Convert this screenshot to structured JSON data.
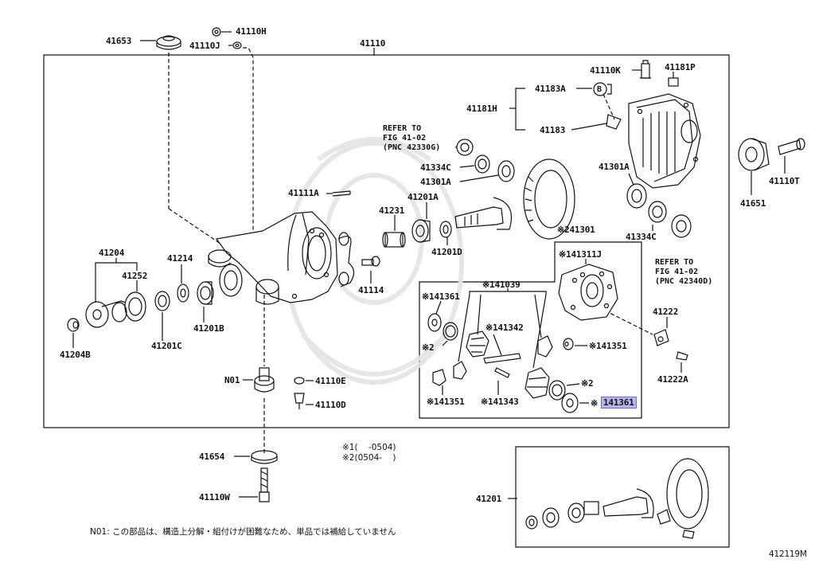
{
  "diagram_id": "412119M",
  "labels": {
    "p41653": "41653",
    "p41110H": "41110H",
    "p41110J": "41110J",
    "p41110": "41110",
    "p41110K": "41110K",
    "p41181P": "41181P",
    "p41183A": "41183A",
    "circleB": "B",
    "p41181H": "41181H",
    "p41183": "41183",
    "p41334C_a": "41334C",
    "p41301A_a": "41301A",
    "p41301A_b": "41301A",
    "p41651": "41651",
    "p41110T": "41110T",
    "p41111A": "41111A",
    "p41201A": "41201A",
    "p41231": "41231",
    "p41201D": "41201D",
    "p41334C_b": "41334C",
    "p41204": "41204",
    "p41252": "41252",
    "p41214": "41214",
    "p41114": "41114",
    "p41204B": "41204B",
    "p41201C": "41201C",
    "p41201B": "41201B",
    "p241301": "※241301",
    "p141311J": "※141311J",
    "p141039": "※141039",
    "p141361_a": "※141361",
    "p141342": "※141342",
    "p2_a": "※2",
    "p141351_a": "※141351",
    "p41222": "41222",
    "p41222A": "41222A",
    "p2_b": "※2",
    "p141351_b": "※141351",
    "p141343": "※141343",
    "p141361_sel_mark": "※",
    "p141361_sel": "141361",
    "pN01": "N01",
    "p41110E": "41110E",
    "p41110D": "41110D",
    "p41654": "41654",
    "p41110W": "41110W",
    "p41201_inset": "41201"
  },
  "refer": {
    "left": "REFER TO\nFIG 41-02\n(PNC 42330G)",
    "right": "REFER TO\nFIG 41-02\n(PNC 42340D)"
  },
  "legend": {
    "line1": "※1(    -0504)",
    "line2": "※2(0504-    )"
  },
  "footnote": "N01: この部品は、構造上分解・組付けが困難なため、単品では補給していません",
  "colors": {
    "line": "#111111",
    "highlight": "#b7b5ec"
  }
}
